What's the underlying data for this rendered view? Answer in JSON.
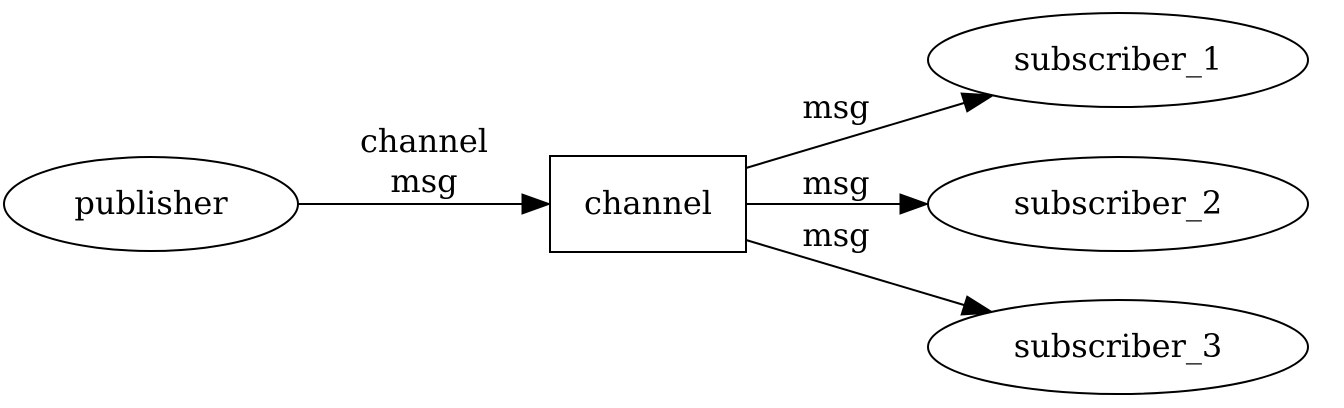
{
  "diagram": {
    "nodes": {
      "publisher": {
        "label": "publisher",
        "shape": "ellipse"
      },
      "channel": {
        "label": "channel",
        "shape": "box"
      },
      "subscriber_1": {
        "label": "subscriber_1",
        "shape": "ellipse"
      },
      "subscriber_2": {
        "label": "subscriber_2",
        "shape": "ellipse"
      },
      "subscriber_3": {
        "label": "subscriber_3",
        "shape": "ellipse"
      }
    },
    "edges": {
      "publisher_to_channel": {
        "from": "publisher",
        "to": "channel",
        "label_line_1": "channel",
        "label_line_2": "msg"
      },
      "channel_to_subscriber_1": {
        "from": "channel",
        "to": "subscriber_1",
        "label": "msg"
      },
      "channel_to_subscriber_2": {
        "from": "channel",
        "to": "subscriber_2",
        "label": "msg"
      },
      "channel_to_subscriber_3": {
        "from": "channel",
        "to": "subscriber_3",
        "label": "msg"
      }
    }
  }
}
